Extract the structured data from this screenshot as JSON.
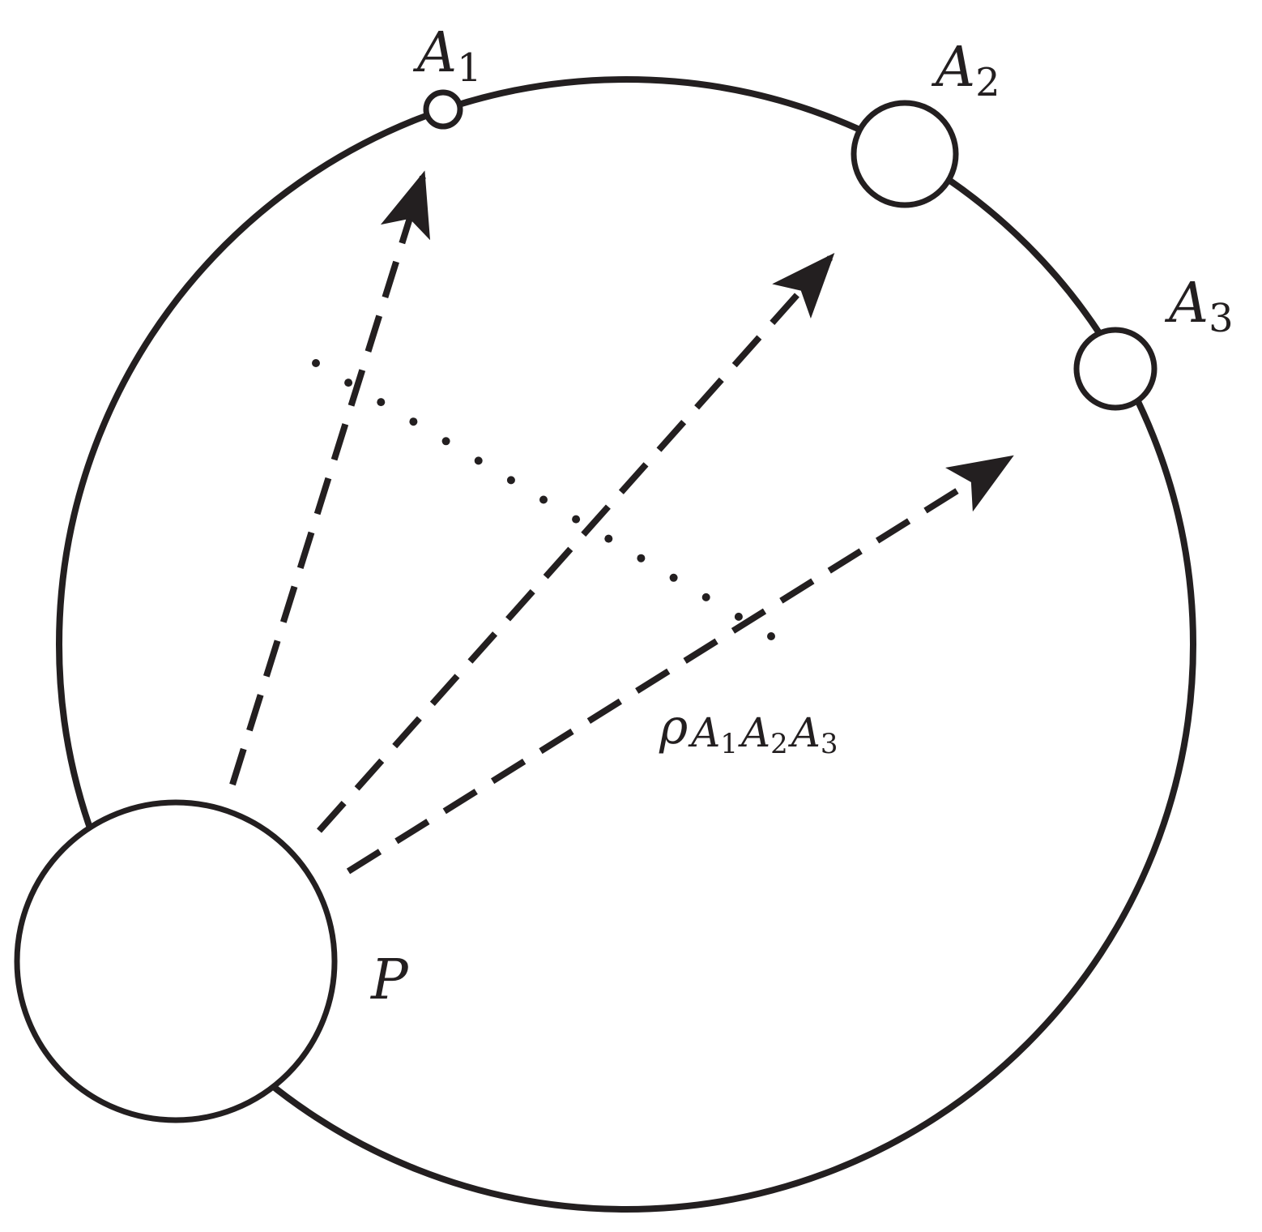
{
  "colors": {
    "stroke": "#231f20",
    "fill": "#ffffff"
  },
  "labels": {
    "a1": {
      "letter": "A",
      "sub": "1"
    },
    "a2": {
      "letter": "A",
      "sub": "2"
    },
    "a3": {
      "letter": "A",
      "sub": "3"
    },
    "p": "P",
    "rho": {
      "symbol": "ρ",
      "terms": [
        {
          "letter": "A",
          "sub": "1"
        },
        {
          "letter": "A",
          "sub": "2"
        },
        {
          "letter": "A",
          "sub": "3"
        }
      ]
    }
  }
}
